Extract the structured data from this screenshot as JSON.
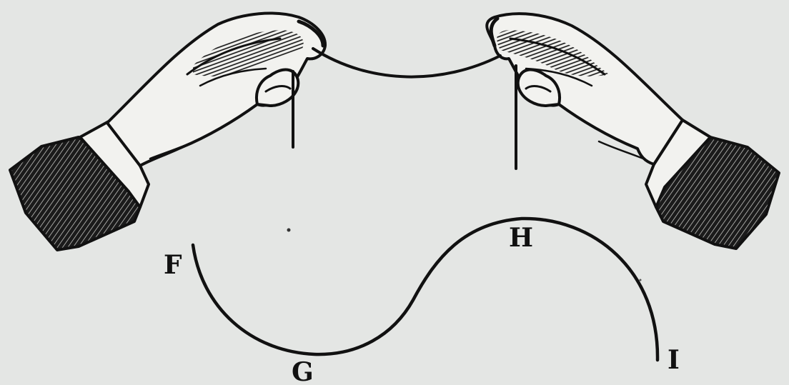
{
  "figure": {
    "labels": {
      "f": "F",
      "g": "G",
      "h": "H",
      "i": "I"
    },
    "colors": {
      "paper": "#e4e6e4",
      "ink": "#111111",
      "skin": "#f2f2ef"
    },
    "elements": {
      "left_hand": "left-hand-holding-string",
      "right_hand": "right-hand-holding-string",
      "string": "string-between-hands",
      "curve": "wave-curve-f-g-h-i"
    }
  }
}
